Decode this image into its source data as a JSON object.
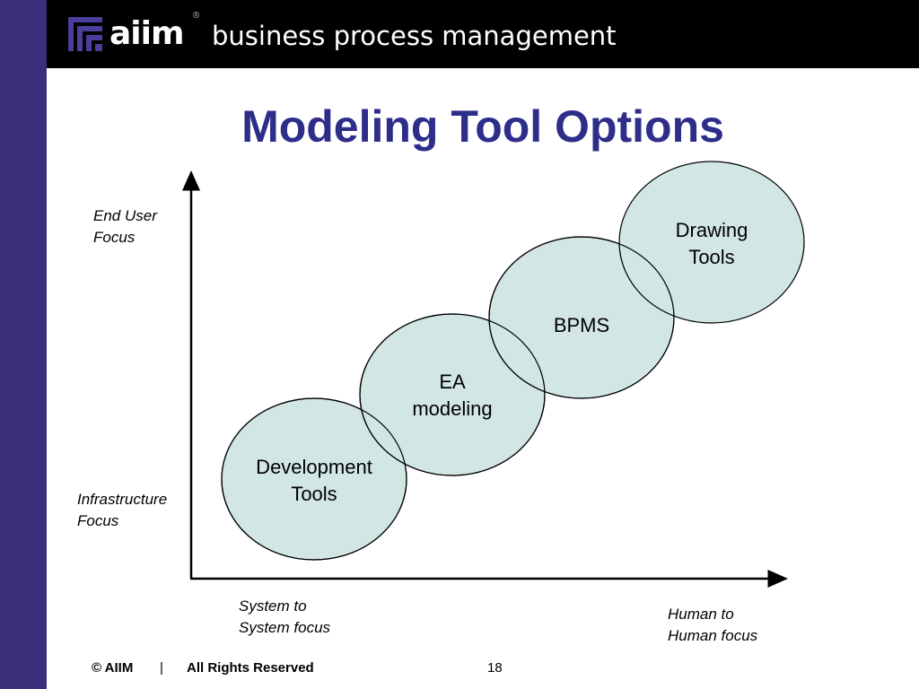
{
  "header": {
    "logo_text": "aiim",
    "logo_registered": "®",
    "title": "business process management"
  },
  "slide": {
    "title": "Modeling Tool Options"
  },
  "axes": {
    "y_top_label": "End User\nFocus",
    "y_bottom_label": "Infrastructure\nFocus",
    "x_left_label": "System to\nSystem focus",
    "x_right_label": "Human to\nHuman focus"
  },
  "circles": [
    {
      "id": "development-tools",
      "label": "Development\nTools"
    },
    {
      "id": "ea-modeling",
      "label": "EA\nmodeling"
    },
    {
      "id": "bpms",
      "label": "BPMS"
    },
    {
      "id": "drawing-tools",
      "label": "Drawing\nTools"
    }
  ],
  "colors": {
    "stripe": "#3a2f7a",
    "title": "#2e2e8a",
    "circle_fill": "#d3e6e6",
    "circle_overlap": "#b9d6d6"
  },
  "footer": {
    "copyright": "© AIIM",
    "separator": "|",
    "rights": "All Rights Reserved",
    "page_number": "18"
  }
}
